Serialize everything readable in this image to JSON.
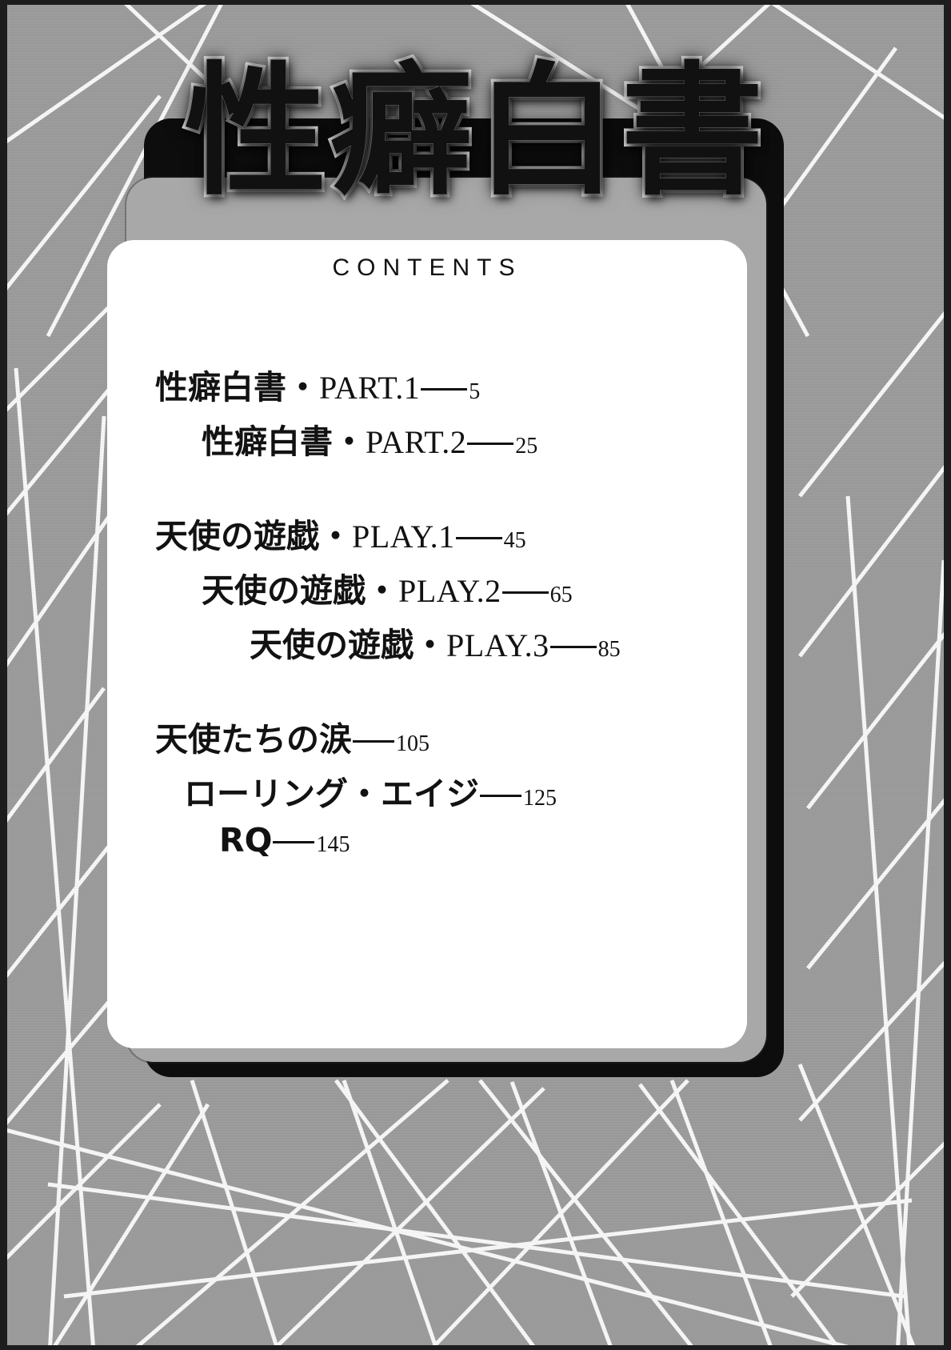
{
  "page": {
    "title_jp": "性癖白書",
    "contents_heading": "CONTENTS"
  },
  "toc": {
    "groups": [
      {
        "entries": [
          {
            "jp": "性癖白書",
            "sep": "・",
            "rom": "PART.1",
            "page": "5",
            "indent": 60
          },
          {
            "jp": "性癖白書",
            "sep": "・",
            "rom": "PART.2",
            "page": "25",
            "indent": 118
          }
        ]
      },
      {
        "entries": [
          {
            "jp": "天使の遊戯",
            "sep": "・",
            "rom": "PLAY.1",
            "page": "45",
            "indent": 60
          },
          {
            "jp": "天使の遊戯",
            "sep": "・",
            "rom": "PLAY.2",
            "page": "65",
            "indent": 118
          },
          {
            "jp": "天使の遊戯",
            "sep": "・",
            "rom": "PLAY.3",
            "page": "85",
            "indent": 178
          }
        ]
      },
      {
        "entries": [
          {
            "jp": "天使たちの涙",
            "sep": "",
            "rom": "",
            "page": "105",
            "indent": 60
          },
          {
            "jp": "ローリング・エイジ",
            "sep": "",
            "rom": "",
            "page": "125",
            "indent": 96
          },
          {
            "jp": "RQ",
            "sep": "",
            "rom": "",
            "page": "145",
            "indent": 140
          }
        ]
      }
    ]
  },
  "colors": {
    "background_gray": "#9c9c9c",
    "line_white": "#ffffff",
    "card_black": "#0d0d0d",
    "card_gray": "#a8a8a8",
    "card_white": "#ffffff",
    "ink": "#121212"
  }
}
